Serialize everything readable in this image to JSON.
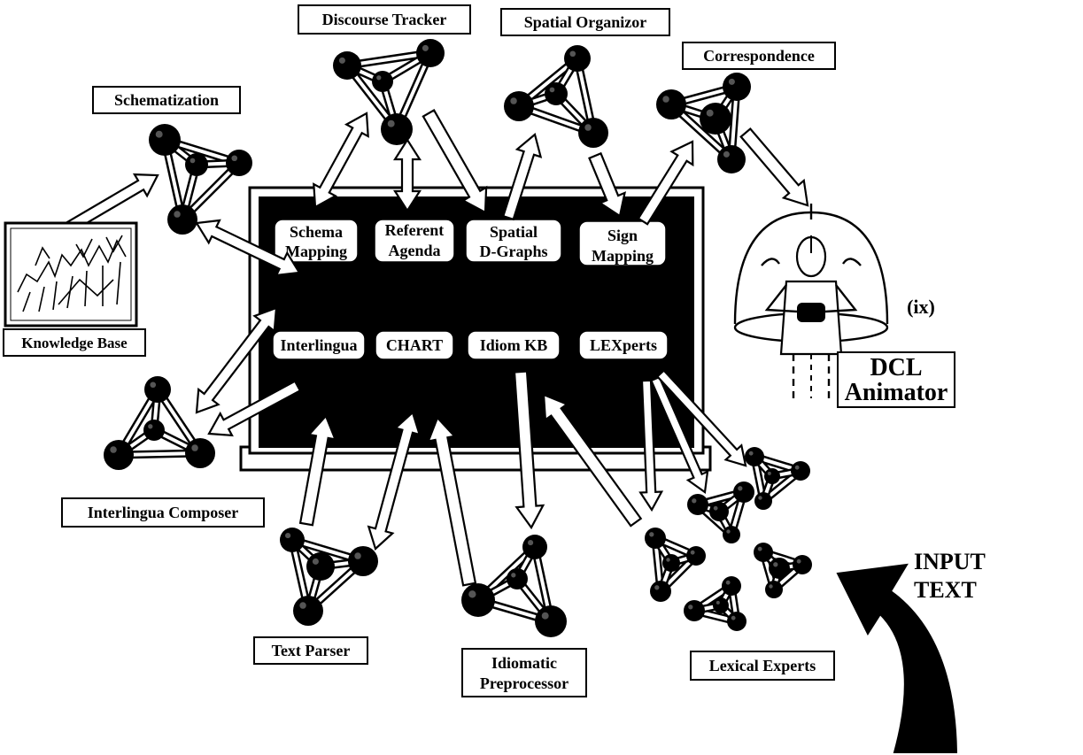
{
  "title_labels": {
    "discourse_tracker": "Discourse Tracker",
    "spatial_organizor": "Spatial Organizor",
    "correspondence": "Correspondence",
    "schematization": "Schematization",
    "knowledge_base": "Knowledge Base",
    "interlingua_composer": "Interlingua Composer",
    "text_parser": "Text Parser",
    "idiomatic_preprocessor_1": "Idiomatic",
    "idiomatic_preprocessor_2": "Preprocessor",
    "lexical_experts": "Lexical Experts"
  },
  "blackboard": {
    "row1": [
      {
        "line1": "Schema",
        "line2": "Mapping"
      },
      {
        "line1": "Referent",
        "line2": "Agenda"
      },
      {
        "line1": "Spatial",
        "line2": "D-Graphs"
      },
      {
        "line1": "Sign",
        "line2": "Mapping"
      }
    ],
    "row2": [
      "Interlingua",
      "CHART",
      "Idiom KB",
      "LEXperts"
    ]
  },
  "animator": {
    "marker": "(ix)",
    "line1": "DCL",
    "line2": "Animator"
  },
  "input": {
    "line1": "INPUT",
    "line2": "TEXT"
  },
  "colors": {
    "ink": "#000000",
    "paper": "#ffffff"
  }
}
